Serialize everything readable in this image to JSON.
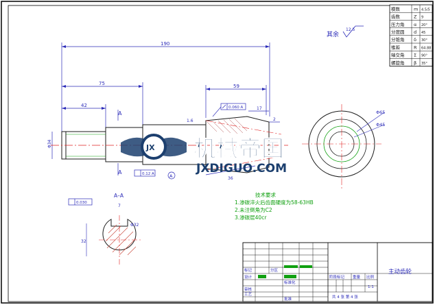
{
  "colors": {
    "border": "#000000",
    "dimension": "#2a2ab8",
    "part": "#1a1a1a",
    "center": "#e02020",
    "section": "#c84a3c",
    "notes": "#10a010",
    "hatch": "#b05050",
    "green_bar": "#10a010",
    "watermark": "#1c3f6e"
  },
  "param_table": {
    "rows": [
      {
        "name": "模数",
        "symbol": "m",
        "value": "4.5/5"
      },
      {
        "name": "齿数",
        "symbol": "Z",
        "value": "9"
      },
      {
        "name": "压力角",
        "symbol": "α",
        "value": "20°"
      },
      {
        "name": "分度圆",
        "symbol": "d",
        "value": "45"
      },
      {
        "name": "分锥角",
        "symbol": "δ",
        "value": "30°"
      },
      {
        "name": "锥距",
        "symbol": "R",
        "value": "64.88"
      },
      {
        "name": "轴交角",
        "symbol": "Σ",
        "value": "90°"
      },
      {
        "name": "螺旋角",
        "symbol": "β",
        "value": "35°"
      }
    ]
  },
  "roughness": {
    "label": "其余",
    "value": "12.5"
  },
  "dimensions": {
    "overall": "190",
    "len_75": "75",
    "len_42": "42",
    "len_59": "59",
    "len_17": "17",
    "len_2": "2",
    "len_36": "36",
    "dia_65": "Φ65",
    "dia_45": "Φ45",
    "left_dia": "Φ34",
    "chamfer": "1.6",
    "tolerance_frame": "0.060 A",
    "bottom_frame": "0.12 A"
  },
  "section": {
    "label": "A–A",
    "width": "7",
    "dia": "Φ32",
    "height": "32",
    "frame": "0.030"
  },
  "markers": {
    "cut": "A",
    "datum": "A"
  },
  "notes": {
    "title": "技术要求",
    "items": [
      "1.渗碳淬火后齿面硬度为58-63HB",
      "2.未注倒角为C2",
      "3.渗碳层40cr"
    ]
  },
  "title_block": {
    "part_name": "主动齿轮",
    "design": "设计",
    "standard": "标准化",
    "review": "审核",
    "process": "工艺",
    "approve": "批准",
    "mark": "标记",
    "zone": "分区",
    "stage_mark": "阶段标记",
    "weight": "重量",
    "scale": "比例",
    "scale_value": "1:1",
    "sheets": "共 4 张 第 4 张"
  },
  "watermark": {
    "brand": "机械帝国",
    "site": "JXDIGUO.COM",
    "logo": "JX"
  }
}
